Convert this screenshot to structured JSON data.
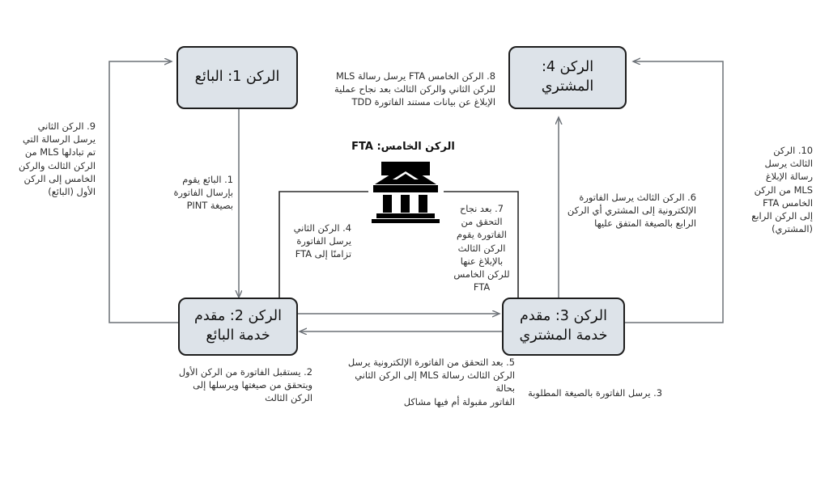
{
  "diagram": {
    "title_fta": "الركن الخامس: FTA",
    "nodes": [
      {
        "id": "seller",
        "label": "الركن 1: البائع"
      },
      {
        "id": "buyer",
        "label": "الركن 4: المشتري"
      },
      {
        "id": "seller_asp",
        "label": "الركن 2: مقدم\nخدمة البائع"
      },
      {
        "id": "buyer_asp",
        "label": "الركن 3: مقدم\nخدمة المشتري"
      }
    ],
    "steps": [
      {
        "number": "1",
        "text": "1. البائع يقوم\nبإرسال الفاتورة\nبصيغة PINT"
      },
      {
        "number": "2",
        "text": "2. يستقبل الفاتورة من الركن الأول\nويتحقق من صيغتها ويرسلها إلى\nالركن الثالث"
      },
      {
        "number": "3",
        "text": "3. يرسل الفاتورة بالصيغة المطلوبة"
      },
      {
        "number": "4",
        "text": "4. الركن الثاني\nيرسل الفاتورة\nتزامنًا إلى FTA"
      },
      {
        "number": "5",
        "text": "5. بعد التحقق من الفاتورة الإلكترونية يرسل\nالركن الثالث رسالة MLS إلى الركن الثاني بحالة\nالفاتور مقبولة أم فيها مشاكل"
      },
      {
        "number": "6",
        "text": "6. الركن الثالث يرسل الفاتورة\nالإلكترونية إلى المشتري أي الركن\nالرابع بالصيغة المتفق عليها"
      },
      {
        "number": "7",
        "text": "7. بعد نجاح\nالتحقق من\nالفاتورة يقوم\nالركن الثالث\nبالإبلاغ عنها\nللركن الخامس\nFTA"
      },
      {
        "number": "8",
        "text": "8. الركن الخامس FTA يرسل رسالة MLS\nللركن الثاني والركن الثالث بعد نجاح عملية\nالإبلاغ عن بيانات مستند الفاتورة TDD"
      },
      {
        "number": "9",
        "text": "9. الركن الثاني\nيرسل الرسالة التي\nتم تبادلها MLS من\nالركن الثالث والركن\nالخامس إلى الركن\nالأول (البائع)"
      },
      {
        "number": "10",
        "text": "10. الركن\nالثالث يرسل\nرسالة الإبلاغ\nMLS من الركن\nالخامس FTA\nإلى الركن الرابع\n(المشتري)"
      }
    ],
    "icons": [
      {
        "name": "fta-building-icon",
        "label": "FTA"
      }
    ],
    "colors": {
      "node_fill": "#dde3e9",
      "node_border": "#1d1d1d",
      "connector": "#6b7076",
      "text": "#1a1a1a",
      "background": "#ffffff"
    }
  }
}
